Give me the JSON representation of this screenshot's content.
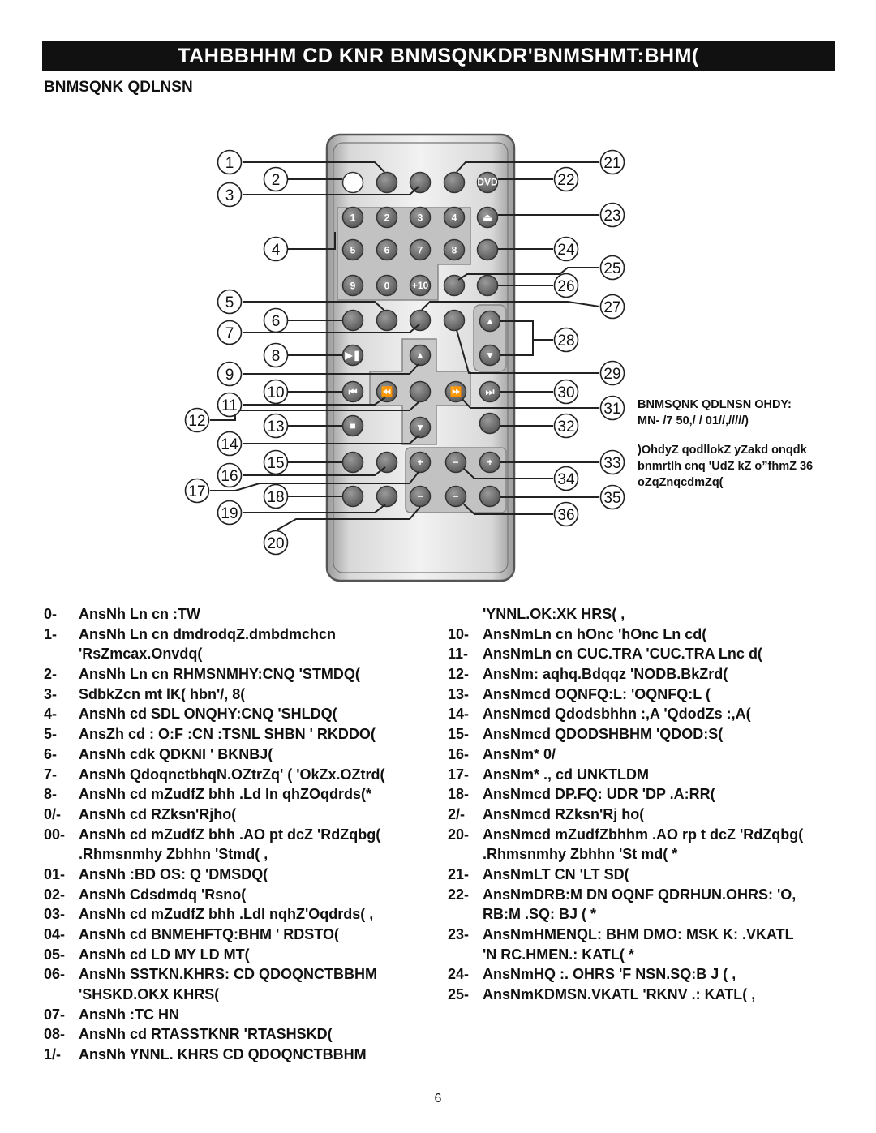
{
  "header": {
    "title": "TAHBBHHM   CD KNR BNMSQNKDR'BNMSHMT:BHM("
  },
  "section": {
    "heading": "BNMSQNK QDLNSN"
  },
  "remote": {
    "dvd_label": "DVD",
    "plus10_label": "+10",
    "number_keys": [
      "1",
      "2",
      "3",
      "4",
      "5",
      "6",
      "7",
      "8",
      "9",
      "0"
    ],
    "callouts": [
      "1",
      "2",
      "3",
      "4",
      "5",
      "6",
      "7",
      "8",
      "9",
      "10",
      "11",
      "12",
      "13",
      "14",
      "15",
      "16",
      "17",
      "18",
      "19",
      "20",
      "21",
      "22",
      "23",
      "24",
      "25",
      "26",
      "27",
      "28",
      "29",
      "30",
      "31",
      "32",
      "33",
      "34",
      "35",
      "36"
    ]
  },
  "side_note": {
    "line1": "BNMSQNK QDLNSN  OHDY:",
    "line2": "MN- /7 50,/ / 01//,/////)",
    "para2_line1": ")OhdyZ qodllokZ yZakd onqdk",
    "para2_line2": "bnmrtlh cnq 'UdZ kZ o”fhmZ 36",
    "para2_line3": "oZqZnqcdmZq("
  },
  "list_left": [
    {
      "num": "0-",
      "text": "AnsNh  Ln cn :TW"
    },
    {
      "num": "1-",
      "text": "AnsNh  Ln cn dmdrodqZ.dmbdmchcn"
    },
    {
      "num": "",
      "text": "'RsZmcax.Onvdq("
    },
    {
      "num": "2-",
      "text": "AnsNh  Ln cn RHMSNMHY:CNQ 'STMDQ("
    },
    {
      "num": "3-",
      "text": "SdbkZcn mt lK(   hbn'/, 8("
    },
    {
      "num": "4-",
      "text": "AnsNh  cd SDL ONQHY:CNQ 'SHLDQ("
    },
    {
      "num": "5-",
      "text": "AnsZh  cd : O:F :CN :TSNL    SHBN ' RKDDO("
    },
    {
      "num": "6-",
      "text": "AnsNh  cdk QDKNI ' BKNBJ("
    },
    {
      "num": "7-",
      "text": "AnsNh  QdoqnctbhqN.OZtrZq'    ( 'OkZx.OZtrd("
    },
    {
      "num": "8-",
      "text": "AnsNh  cd mZudfZ bhh       .Ld ln  qhZOqdrds(*"
    },
    {
      "num": "0/-",
      "text": "AnsNh  cd    RZksn'Rjho("
    },
    {
      "num": "00-",
      "text": "AnsNh  cd mZudfZ bhh       .AO pt dcZ 'RdZqbg("
    },
    {
      "num": "",
      "text": ".Rhmsnmhy Zbhhn 'Stmd( ,"
    },
    {
      "num": "01-",
      "text": "AnsNh  :BD OS: Q 'DMSDQ("
    },
    {
      "num": "02-",
      "text": "AnsNh  Cdsdmdq 'Rsno("
    },
    {
      "num": "03-",
      "text": "AnsNh  cd mZudfZ bhh       .Ldl  nqhZ'Oqdrds( ,"
    },
    {
      "num": "04-",
      "text": "AnsNh  cd BNMEHFTQ:BHM '   RDSTO("
    },
    {
      "num": "05-",
      "text": "AnsNh  cd LD MY  LD MT("
    },
    {
      "num": "06-",
      "text": "AnsNh  SSTKN.KHRS:   CD QDOQNCTBBHM"
    },
    {
      "num": "",
      "text": "'SHSKD.OKX KHRS("
    },
    {
      "num": "07-",
      "text": "AnsNh  :TC HN"
    },
    {
      "num": "08-",
      "text": "AnsNh  cd RTASSTKNR  'RTASHSKD("
    },
    {
      "num": "1/-",
      "text": "AnsNh  YNNL. KHRS CD  QDOQNCTBBHM"
    }
  ],
  "list_right": [
    {
      "num": "",
      "text": "'YNNL.OK:XK HRS( ,"
    },
    {
      "num": "10-",
      "text": "AnsNmLn cn hOnc 'hOnc Ln cd("
    },
    {
      "num": "11-",
      "text": "AnsNmLn cn CUC.TRA 'CUC.TRA Lnc d("
    },
    {
      "num": "12-",
      "text": "AnsNm: aqhq.Bdqqz  'NODB.BkZrd("
    },
    {
      "num": "13-",
      "text": "AnsNmcd OQNFQ:L:   'OQNFQ:L  ("
    },
    {
      "num": "14-",
      "text": "AnsNmcd Qdodsbhhn   :,A   'QdodZs :,A("
    },
    {
      "num": "15-",
      "text": "AnsNmcd QDODSHBHM 'QDOD:S("
    },
    {
      "num": "16-",
      "text": "AnsNm* 0/"
    },
    {
      "num": "17-",
      "text": "AnsNm* ., cd UNKTLDM"
    },
    {
      "num": "18-",
      "text": "AnsNmcd DP.FQ: UDR 'DP .A:RR("
    },
    {
      "num": "2/-",
      "text": "AnsNmcd RZksn'Rj ho("
    },
    {
      "num": "20-",
      "text": "AnsNmcd mZudfZbhhm    .AO rp t dcZ 'RdZqbg("
    },
    {
      "num": "",
      "text": ".Rhmsnmhy Zbhhn 'St md( *"
    },
    {
      "num": "21-",
      "text": "AnsNmLT CN 'LT SD("
    },
    {
      "num": "22-",
      "text": "AnsNmDRB:M DN OQNF QDRHUN.OHRS:  'O,"
    },
    {
      "num": "",
      "text": "RB:M .SQ: BJ ( *"
    },
    {
      "num": "23-",
      "text": "AnsNmHMENQL:  BHM DMO: MSK K: .VKATL"
    },
    {
      "num": "",
      "text": "'N RC.HMEN.: KATL(  *"
    },
    {
      "num": "24-",
      "text": "AnsNmHQ :. OHRS 'F NSN.SQ:B J ( ,"
    },
    {
      "num": "25-",
      "text": "AnsNmKDMSN.VKATL  'RKNV .: KATL(  ,"
    }
  ],
  "footer": {
    "page_number": "6"
  }
}
